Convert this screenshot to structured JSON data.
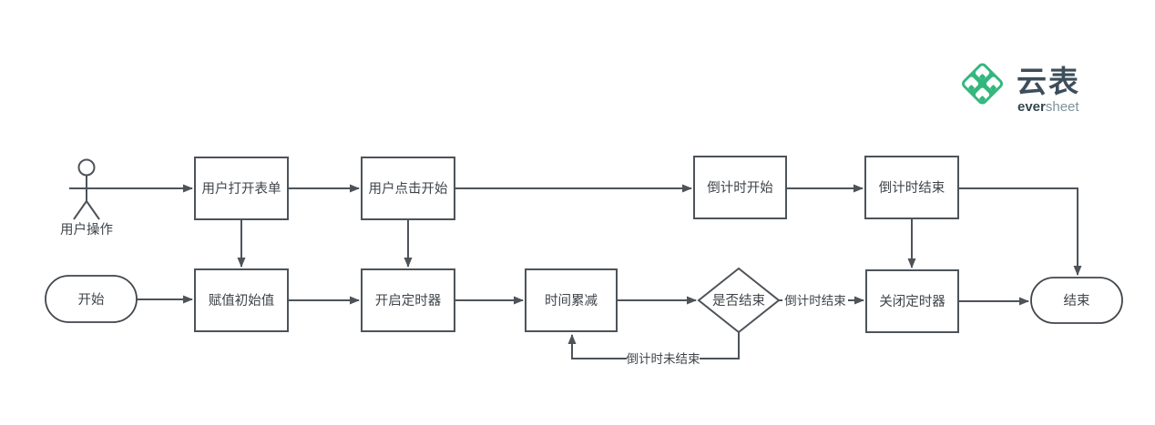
{
  "background": "#ffffff",
  "colors": {
    "line": "#4d5359",
    "node_border": "#4d5359",
    "text": "#3f444a",
    "logo_green": "#34b77e",
    "logo_wordmark": "#3d4e5a",
    "brand_dark": "#35464f",
    "brand_light": "#7e929c"
  },
  "diagram": {
    "actor_label": "用户操作",
    "nodes": {
      "open_form": "用户打开表单",
      "click_start": "用户点击开始",
      "countdown_start": "倒计时开始",
      "countdown_end": "倒计时结束",
      "start": "开始",
      "assign_initial": "赋值初始值",
      "open_timer": "开启定时器",
      "time_decrease": "时间累减",
      "is_finished": "是否结束",
      "close_timer": "关闭定时器",
      "end": "结束"
    },
    "edge_labels": {
      "finished": "倒计时结束",
      "not_finished": "倒计时未结束"
    }
  },
  "logo": {
    "wordmark": "云表",
    "brand_bold": "ever",
    "brand_light": "sheet"
  }
}
